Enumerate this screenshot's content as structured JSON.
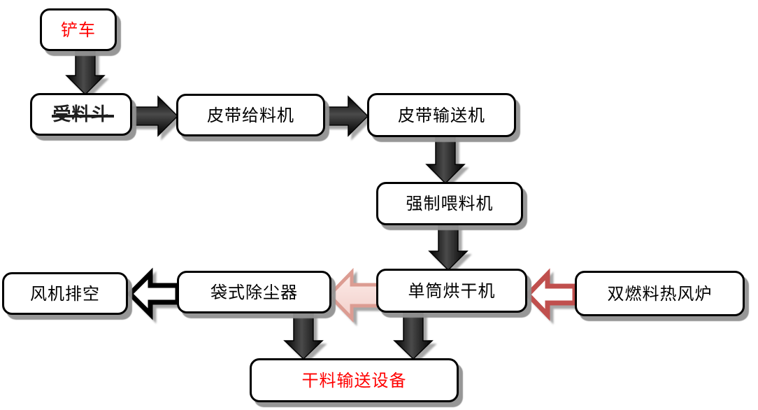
{
  "diagram_title": "",
  "nodes": [
    {
      "id": "loader",
      "label": "铲车",
      "label_color": "#ff0000",
      "strikethrough": false
    },
    {
      "id": "receiving-hopper",
      "label": "受料斗",
      "label_color": "#1f1f1f",
      "strikethrough": true
    },
    {
      "id": "belt-feeder",
      "label": "皮带给料机",
      "label_color": "#000000",
      "strikethrough": false
    },
    {
      "id": "belt-conveyor",
      "label": "皮带输送机",
      "label_color": "#000000",
      "strikethrough": false
    },
    {
      "id": "forced-feeder",
      "label": "强制喂料机",
      "label_color": "#000000",
      "strikethrough": false
    },
    {
      "id": "single-drum-dryer",
      "label": "单筒烘干机",
      "label_color": "#000000",
      "strikethrough": false
    },
    {
      "id": "bag-dust-collector",
      "label": "袋式除尘器",
      "label_color": "#000000",
      "strikethrough": false
    },
    {
      "id": "fan-exhaust",
      "label": "风机排空",
      "label_color": "#000000",
      "strikethrough": false
    },
    {
      "id": "dual-fuel-hot-air-furnace",
      "label": "双燃料热风炉",
      "label_color": "#000000",
      "strikethrough": false
    },
    {
      "id": "dry-material-conveyor",
      "label": "干料输送设备",
      "label_color": "#ff0000",
      "strikethrough": false
    }
  ],
  "edges": [
    {
      "from": "loader",
      "to": "receiving-hopper",
      "direction": "down",
      "style": "solid-black"
    },
    {
      "from": "receiving-hopper",
      "to": "belt-feeder",
      "direction": "right",
      "style": "solid-black"
    },
    {
      "from": "belt-feeder",
      "to": "belt-conveyor",
      "direction": "right",
      "style": "solid-black"
    },
    {
      "from": "belt-conveyor",
      "to": "forced-feeder",
      "direction": "down",
      "style": "solid-black"
    },
    {
      "from": "forced-feeder",
      "to": "single-drum-dryer",
      "direction": "down",
      "style": "solid-black"
    },
    {
      "from": "single-drum-dryer",
      "to": "bag-dust-collector",
      "direction": "left",
      "style": "pink-filled-outline"
    },
    {
      "from": "bag-dust-collector",
      "to": "fan-exhaust",
      "direction": "left",
      "style": "white-black-outline"
    },
    {
      "from": "dual-fuel-hot-air-furnace",
      "to": "single-drum-dryer",
      "direction": "left",
      "style": "white-red-outline"
    },
    {
      "from": "bag-dust-collector",
      "to": "dry-material-conveyor",
      "direction": "down",
      "style": "solid-black"
    },
    {
      "from": "single-drum-dryer",
      "to": "dry-material-conveyor",
      "direction": "down",
      "style": "solid-black"
    }
  ],
  "colors": {
    "background": "#ffffff",
    "box_fill": "#ffffff",
    "box_border": "#000000",
    "box_shadow": "#919191",
    "text_default": "#000000",
    "text_accent_red": "#ff0000",
    "arrow_black": "#000000",
    "arrow_red_outline": "#c0504d",
    "arrow_pink_fill": "#f6d9d4",
    "arrow_pink_stroke": "#dc9c92"
  }
}
